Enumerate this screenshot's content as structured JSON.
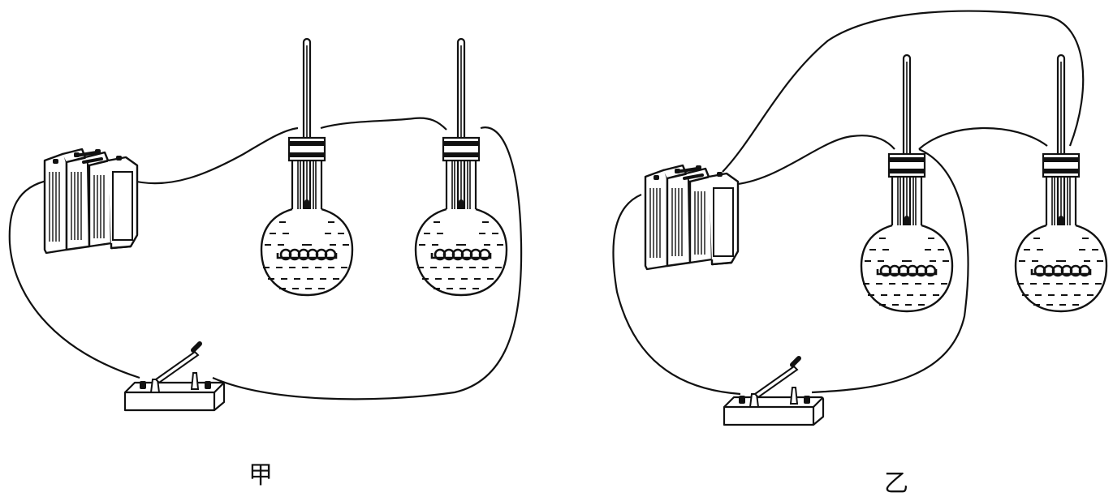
{
  "diagram": {
    "labels": {
      "left": "甲",
      "right": "乙"
    },
    "colors": {
      "stroke": "#111111",
      "background": "#ffffff",
      "liquid": "#111111"
    },
    "components": [
      "battery-pack",
      "flask-with-thermometer-and-heating-coil",
      "knife-switch",
      "connecting-wire"
    ]
  }
}
